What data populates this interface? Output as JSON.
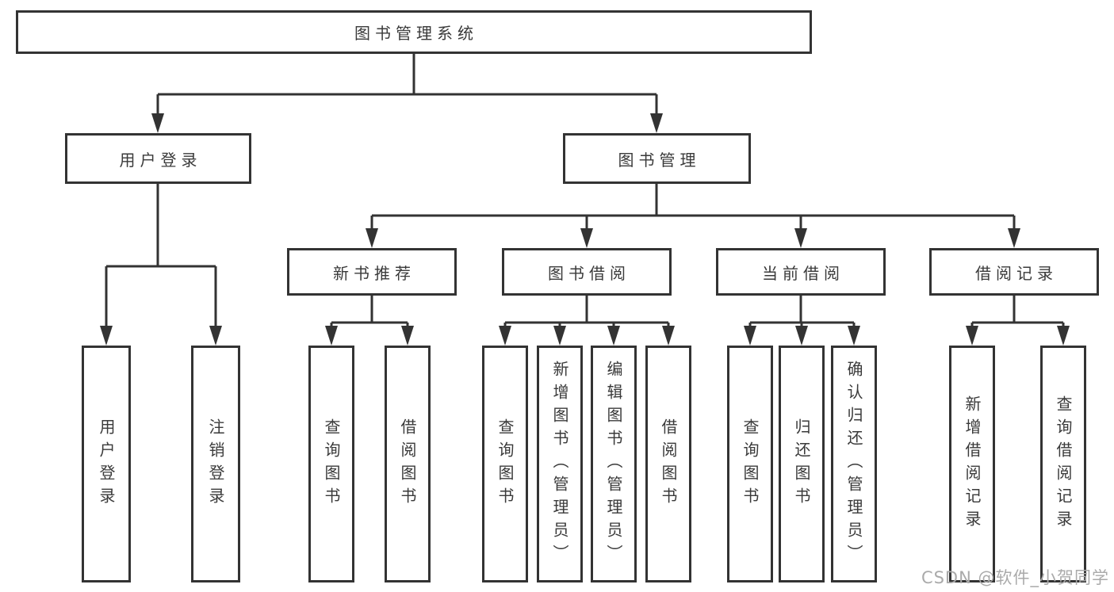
{
  "diagram": {
    "type": "hierarchy-tree",
    "tree": {
      "label": "图书管理系统",
      "children": [
        {
          "label": "用户登录",
          "children": [
            {
              "label": "用户登录"
            },
            {
              "label": "注销登录"
            }
          ]
        },
        {
          "label": "图书管理",
          "children": [
            {
              "label": "新书推荐",
              "children": [
                {
                  "label": "查询图书"
                },
                {
                  "label": "借阅图书"
                }
              ]
            },
            {
              "label": "图书借阅",
              "children": [
                {
                  "label": "查询图书"
                },
                {
                  "label": "新增图书（管理员）"
                },
                {
                  "label": "编辑图书（管理员）"
                },
                {
                  "label": "借阅图书"
                }
              ]
            },
            {
              "label": "当前借阅",
              "children": [
                {
                  "label": "查询图书"
                },
                {
                  "label": "归还图书"
                },
                {
                  "label": "确认归还（管理员）"
                }
              ]
            },
            {
              "label": "借阅记录",
              "children": [
                {
                  "label": "新增借阅记录"
                },
                {
                  "label": "查询借阅记录"
                }
              ]
            }
          ]
        }
      ]
    },
    "colors": {
      "line": "#333333",
      "box_border": "#333333",
      "text": "#3a3a3a",
      "background": "#ffffff",
      "watermark": "#aaaaaa"
    }
  },
  "watermark": {
    "text": "CSDN @软件_小贺同学"
  }
}
